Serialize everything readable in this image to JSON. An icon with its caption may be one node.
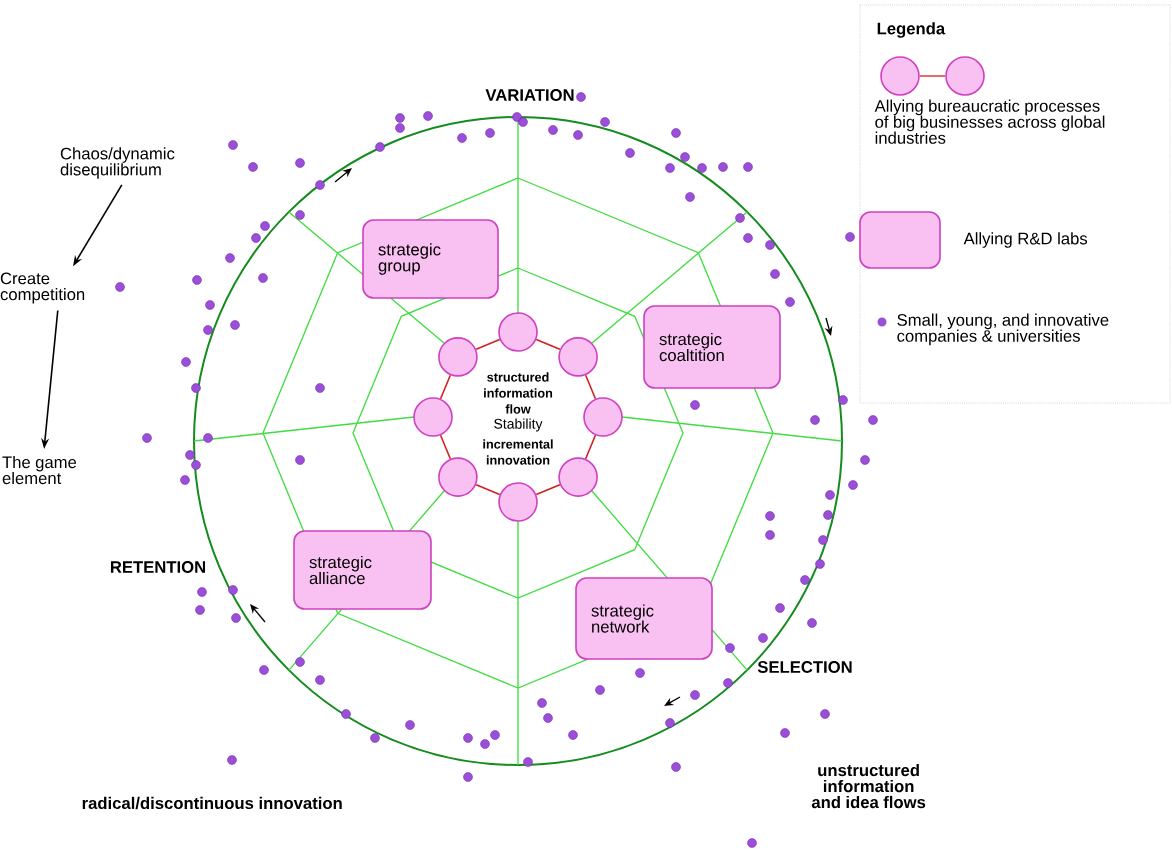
{
  "diagram": {
    "nodes": [
      {
        "text": [
          "Chaos/dynamic disequilibrium"
        ]
      },
      {
        "text": [
          "Create competition"
        ]
      },
      {
        "text": [
          "The game element"
        ]
      },
      {
        "text": [
          "strategic group"
        ]
      },
      {
        "text": [
          "strategic coaltition"
        ]
      },
      {
        "text": [],
        "shape": "circle"
      },
      {
        "text": [],
        "shape": "circle"
      },
      {
        "text": [],
        "shape": "circle"
      },
      {
        "text": [],
        "shape": "circle"
      },
      {
        "text": [],
        "shape": "circle"
      },
      {
        "text": [],
        "shape": "circle"
      },
      {
        "text": [],
        "shape": "circle"
      },
      {
        "text": [],
        "shape": "circle"
      },
      {
        "text": [
          "strategic alliance"
        ]
      },
      {
        "text": [
          "strategic network"
        ]
      }
    ],
    "edges": [
      {
        "from": 0,
        "to": 1,
        "arrow": "to",
        "color": "#000000"
      },
      {
        "from": 1,
        "to": 2,
        "arrow": "to",
        "color": "#000000"
      },
      {
        "from": 5,
        "to": 6,
        "arrow": "none",
        "color": "#d02020"
      },
      {
        "from": 6,
        "to": 7,
        "arrow": "none",
        "color": "#d02020"
      },
      {
        "from": 7,
        "to": 8,
        "arrow": "none",
        "color": "#d02020"
      },
      {
        "from": 8,
        "to": 9,
        "arrow": "none",
        "color": "#d02020"
      },
      {
        "from": 9,
        "to": 10,
        "arrow": "none",
        "color": "#d02020"
      },
      {
        "from": 10,
        "to": 11,
        "arrow": "none",
        "color": "#d02020"
      },
      {
        "from": 11,
        "to": 12,
        "arrow": "none",
        "color": "#d02020"
      },
      {
        "from": 12,
        "to": 5,
        "arrow": "none",
        "color": "#d02020"
      }
    ],
    "labels": [
      "VARIATION",
      "Legenda",
      "structured information flow",
      "Stability",
      "incremental innovation",
      "RETENTION",
      "SELECTION",
      "unstructured information and idea flows",
      "radical/discontinuous innovation"
    ],
    "legend": [
      {
        "text": "Allying bureaucratic processes of big businesses across global industries"
      },
      {
        "text": "Allying R&D labs",
        "color": "#f9c0f2"
      },
      {
        "text": "Small, young, and innovative companies & universities",
        "color": "#9b4fd6"
      }
    ]
  }
}
